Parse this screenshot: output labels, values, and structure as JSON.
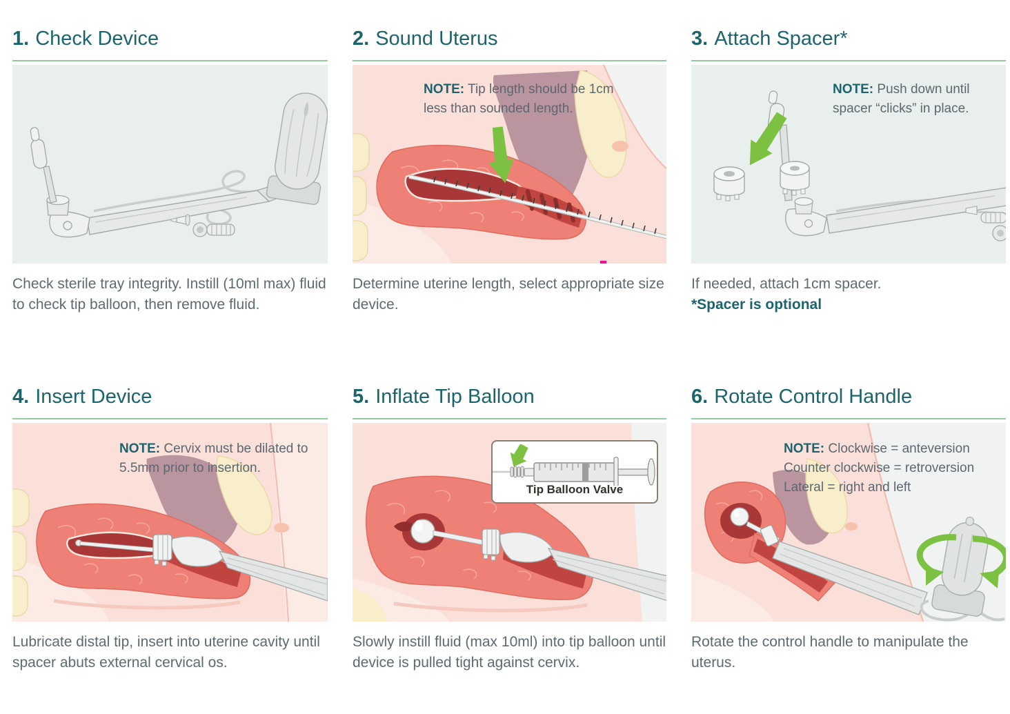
{
  "palette": {
    "heading_teal": "#1B646E",
    "rule_green": "#93C9A1",
    "body_gray": "#5D6A70",
    "device_panel_bg": "#E9EFEC",
    "anatomy_pink": "#FBDFD9",
    "uterus_salmon": "#EE8076",
    "cavity_red": "#A93737",
    "arrow_green": "#7CC142",
    "magenta_marker": "#F00D8E"
  },
  "steps": [
    {
      "number": "1.",
      "title": "Check Device",
      "caption": "Check sterile tray integrity. Instill (10ml max) fluid to check tip balloon, then remove fluid."
    },
    {
      "number": "2.",
      "title": "Sound Uterus",
      "note_label": "NOTE:",
      "note_text": "Tip length should be 1cm less than sounded length.",
      "caption": "Determine uterine length, select appropriate size device."
    },
    {
      "number": "3.",
      "title": "Attach Spacer*",
      "note_label": "NOTE:",
      "note_text": "Push down until spacer “clicks” in place.",
      "caption": "If needed, attach 1cm spacer.",
      "caption_bold": "*Spacer is optional"
    },
    {
      "number": "4.",
      "title": "Insert Device",
      "note_label": "NOTE:",
      "note_text": "Cervix must be dilated to 5.5mm prior to insertion.",
      "caption": "Lubricate distal tip, insert into uterine cavity until spacer abuts external cervical os."
    },
    {
      "number": "5.",
      "title": "Inflate Tip Balloon",
      "inset_label": "Tip Balloon Valve",
      "caption": "Slowly instill fluid (max 10ml) into tip balloon until device is pulled tight against cervix."
    },
    {
      "number": "6.",
      "title": "Rotate Control Handle",
      "note_label": "NOTE:",
      "note_lines": [
        "Clockwise = anteversion",
        "Counter clockwise = retroversion",
        "Lateral = right and left"
      ],
      "caption": "Rotate the control handle to manipulate the uterus."
    }
  ]
}
